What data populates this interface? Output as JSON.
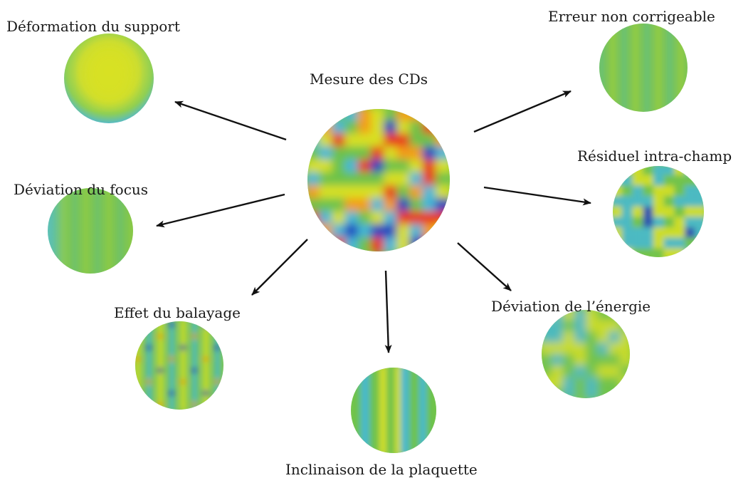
{
  "center": {
    "label": "Mesure des CDs",
    "map": "strong-variation-heatmap"
  },
  "components": [
    {
      "id": "deformation",
      "label": "Déformation du support",
      "map": "smooth-dome"
    },
    {
      "id": "focus",
      "label": "Déviation du focus",
      "map": "near-uniform"
    },
    {
      "id": "balayage",
      "label": "Effet du balayage",
      "map": "column-pattern"
    },
    {
      "id": "inclinaison",
      "label": "Inclinaison de la plaquette",
      "map": "vertical-bands"
    },
    {
      "id": "energie",
      "label": "Déviation de l’énergie",
      "map": "field-mottle"
    },
    {
      "id": "residuel",
      "label": "Résiduel intra-champ",
      "map": "field-residual"
    },
    {
      "id": "non-corrigeable",
      "label": "Erreur non corrigeable",
      "map": "near-uniform"
    }
  ],
  "colors": {
    "arrow": "#111111",
    "scale_low": "#1f3fbf",
    "scale_mid_low": "#3fb7d8",
    "scale_mid": "#6cc24a",
    "scale_mid_high": "#d8e021",
    "scale_high": "#f39c12",
    "scale_max": "#e8341c"
  }
}
